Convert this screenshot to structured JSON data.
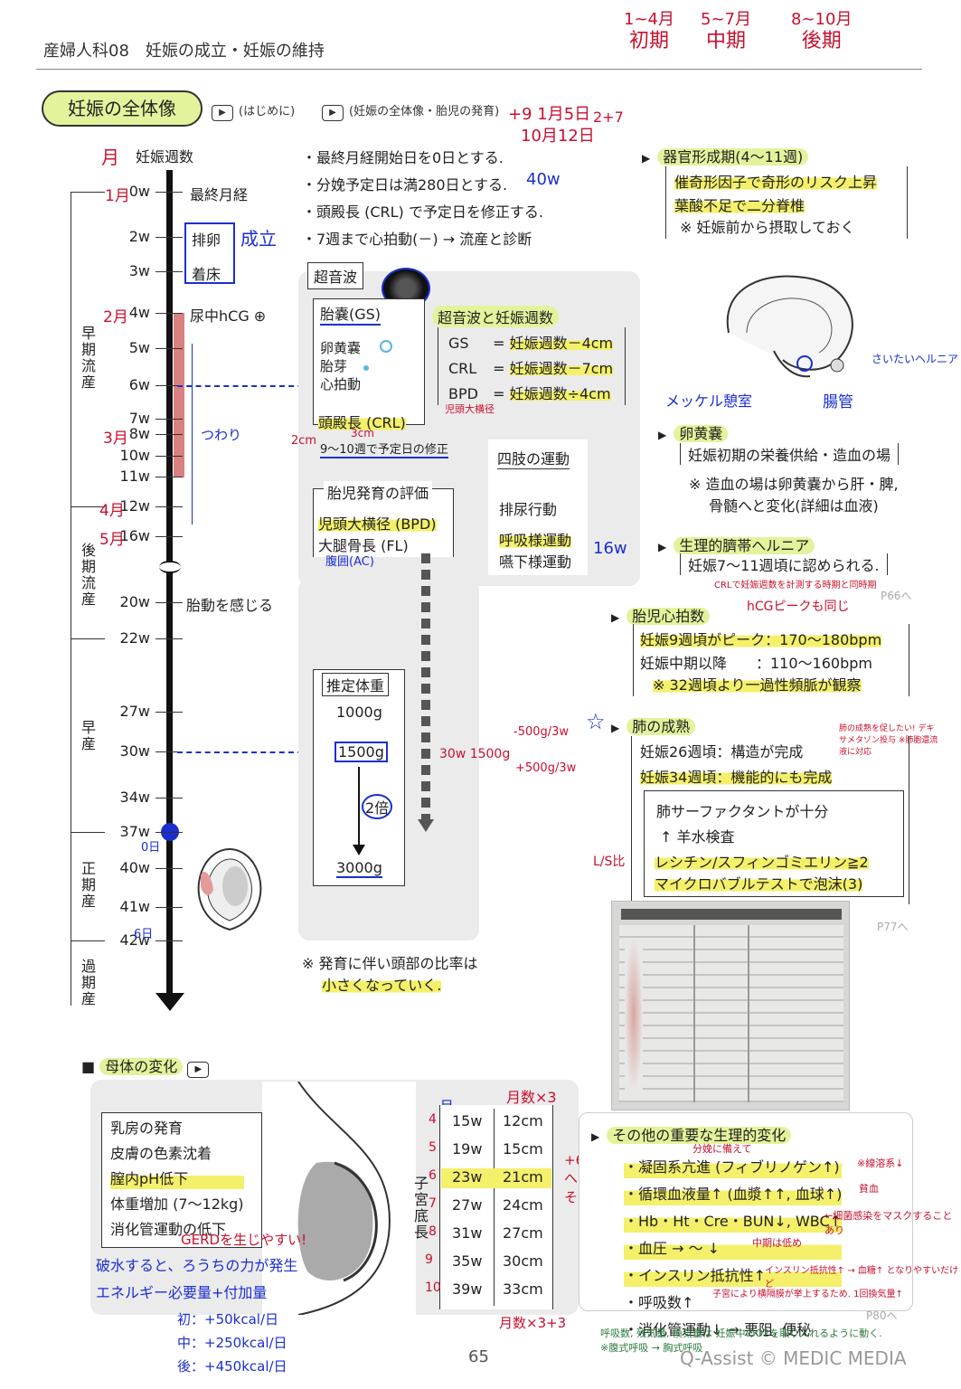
{
  "header": {
    "title": "産婦人科08　妊娠の成立・妊娠の維持",
    "periods": [
      {
        "months": "1~4月",
        "label": "初期"
      },
      {
        "months": "5~7月",
        "label": "中期"
      },
      {
        "months": "8~10月",
        "label": "後期"
      }
    ]
  },
  "section": {
    "title": "妊娠の全体像",
    "links": [
      "(はじめに)",
      "(妊娠の全体像・胎児の発育)"
    ],
    "date_note": {
      "a": "+9 1月5日",
      "b": "10月12日",
      "c": "2+7"
    }
  },
  "timeline": {
    "month_header": "月",
    "week_header": "妊娠週数",
    "weeks": [
      "0w",
      "2w",
      "3w",
      "4w",
      "5w",
      "6w",
      "7w",
      "8w",
      "10w",
      "11w",
      "12w",
      "16w",
      "20w",
      "22w",
      "27w",
      "30w",
      "34w",
      "37w",
      "40w",
      "41w",
      "42w"
    ],
    "month_marks": {
      "m1": "1月",
      "m2": "2月",
      "m3": "3月",
      "m4": "4月",
      "m5": "5月"
    },
    "events": {
      "last_period": "最終月経",
      "ovulation": "排卵",
      "implantation": "着床",
      "established": "成立",
      "hcg": "尿中hCG ⊕",
      "tsuwari": "つわり",
      "fetal_move": "胎動を感じる",
      "d0": "0日",
      "d6": "6日"
    },
    "phases": [
      "早期流産",
      "後期流産",
      "早産",
      "正期産",
      "過期産"
    ]
  },
  "notes": [
    "・最終月経開始日を0日とする.",
    "・分娩予定日は満280日とする.",
    "・頭殿長 (CRL) で予定日を修正する.",
    "・7週まで心拍動(－) → 流産と診断"
  ],
  "note_40w": "40w",
  "ultrasound": {
    "title": "超音波",
    "gs": "胎嚢(GS)",
    "yolk": "卵黄嚢",
    "embryo": "胎芽",
    "heartbeat": "心拍動",
    "crl": "頭殿長 (CRL)",
    "crl_fix": "9～10週で予定日の修正",
    "crl_note_a": "2cm",
    "crl_note_b": "3cm",
    "weeks_title": "超音波と妊娠週数",
    "formulas": [
      {
        "k": "GS",
        "v": "妊娠週数－4cm"
      },
      {
        "k": "CRL",
        "v": "妊娠週数－7cm"
      },
      {
        "k": "BPD",
        "v": "妊娠週数÷4cm"
      }
    ],
    "bpd_note": "児頭大横径",
    "limbs_title": "四肢の運動",
    "limbs": [
      "排尿行動",
      "呼吸様運動",
      "嚥下様運動"
    ],
    "limbs_week": "16w",
    "dev_title": "胎児発育の評価",
    "dev_items": [
      "児頭大横径 (BPD)",
      "大腿骨長 (FL)"
    ],
    "dev_ac": "腹囲(AC)",
    "weight_title": "推定体重",
    "weights": [
      "1000g",
      "1500g",
      "3000g"
    ],
    "double": "2倍",
    "weight_note": {
      "a": "-500g/3w",
      "b": "30w 1500g",
      "c": "+500g/3w"
    },
    "head_note_1": "※ 発育に伴い頭部の比率は",
    "head_note_2": "小さくなっていく."
  },
  "right": {
    "organ": {
      "title": "器官形成期(4～11週)",
      "items": [
        "催奇形因子で奇形のリスク上昇",
        "葉酸不足で二分脊椎",
        "※ 妊娠前から摂取しておく"
      ]
    },
    "diagram_labels": {
      "meckel": "メッケル憩室",
      "cord": "さいたいヘルニア",
      "gut": "腸管"
    },
    "yolk": {
      "title": "卵黄嚢",
      "main": "妊娠初期の栄養供給・造血の場",
      "note1": "※ 造血の場は卵黄嚢から肝・脾,",
      "note2": "骨髄へと変化(詳細は血液)"
    },
    "hernia": {
      "title": "生理的臍帯ヘルニア",
      "main": "妊娠7～11週頃に認められる.",
      "note": "CRLで妊娠週数を計測する時期と同時期",
      "ref": "P66へ"
    },
    "heart": {
      "title": "胎児心拍数",
      "peak_note": "hCGピークも同じ",
      "rows": [
        "妊娠9週頃がピーク：170～180bpm",
        "妊娠中期以降　　：110～160bpm",
        "※ 32週頃より一過性頻脈が観察"
      ]
    },
    "lung": {
      "title": "肺の成熟",
      "rows": [
        "妊娠26週頃：構造が完成",
        "妊娠34週頃：機能的にも完成"
      ],
      "note": "肺の成熟を促したい! デキサメタゾン投与 ※肺胞還流液に対応",
      "surf": "肺サーファクタントが十分",
      "amnio": "羊水検査",
      "ls_label": "L/S比",
      "ls": "レシチン/スフィンゴミエリン≧2",
      "micro": "マイクロバブルテストで泡沫(3)",
      "ref": "P77へ"
    }
  },
  "maternal": {
    "title": "母体の変化",
    "list": [
      "乳房の発育",
      "皮膚の色素沈着",
      "膣内pH低下",
      "体重増加 (7～12kg)",
      "消化管運動の低下"
    ],
    "gerd": "GERDを生じやすい!",
    "hw1": "破水すると、ろうちの力が発生",
    "hw2": "エネルギー必要量+付加量",
    "energy": [
      "初：+50kcal/日",
      "中：+250kcal/日",
      "後：+450kcal/日"
    ],
    "fundus_label": "子宮底長",
    "fundus_header": "月",
    "fundus_formula": "月数×3",
    "fundus_formula2": "月数×3+3",
    "fundus": [
      {
        "m": "4",
        "w": "15w",
        "cm": "12cm"
      },
      {
        "m": "5",
        "w": "19w",
        "cm": "15cm"
      },
      {
        "m": "6",
        "w": "23w",
        "cm": "21cm"
      },
      {
        "m": "7",
        "w": "27w",
        "cm": "24cm"
      },
      {
        "m": "8",
        "w": "31w",
        "cm": "27cm"
      },
      {
        "m": "9",
        "w": "35w",
        "cm": "30cm"
      },
      {
        "m": "10",
        "w": "39w",
        "cm": "33cm"
      }
    ],
    "plus6": "+6 へそ"
  },
  "other": {
    "title": "その他の重要な生理的変化",
    "items": [
      "・凝固系亢進 (フィブリノゲン↑)",
      "・循環血液量↑ (血漿↑↑, 血球↑)",
      "・Hb・Ht・Cre・BUN↓, WBC↑",
      "・血圧 → ～ ↓",
      "・インスリン抵抗性↑",
      "・呼吸数↑",
      "・消化管運動↓ → 悪阻, 便秘"
    ],
    "notes": [
      "分娩に備えて",
      "※線溶系↓",
      "貧血",
      "←細菌感染をマスクすることあり",
      "中期は低め",
      "インスリン抵抗性↑ → 血糖↑ となりやすいだけど",
      "子宮により横隔膜が挙上するため. 1回換気量↑",
      "呼吸数, 残気量, 換気量は 妊娠中のO2を取り入れるように動く.",
      "※腹式呼吸 → 胸式呼吸"
    ],
    "ref": "P80へ"
  },
  "footer": {
    "page": "65",
    "credit": "Q-Assist © MEDIC MEDIA"
  }
}
